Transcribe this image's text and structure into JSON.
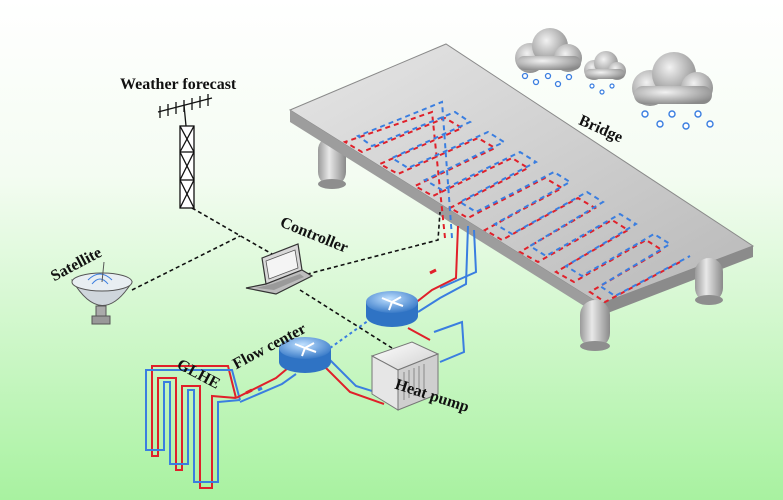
{
  "labels": {
    "weather_forecast": "Weather forecast",
    "controller": "Controller",
    "satellite": "Satellite",
    "flow_center": "Flow center",
    "glhe": "GLHE",
    "heat_pump": "Heat pump",
    "bridge": "Bridge"
  },
  "colors": {
    "background_top": "#ffffff",
    "background_bottom": "#a8f2a0",
    "hot_pipe": "#e0202a",
    "cold_pipe": "#3a7ee0",
    "control_link": "#111111",
    "bridge_deck": "#c8c8c8",
    "flow_center": "#4a8fd8"
  },
  "icons": [
    "antenna-icon",
    "satellite-dish-icon",
    "laptop-icon",
    "pump-icon",
    "heat-pump-icon",
    "cloud-snow-icon"
  ]
}
